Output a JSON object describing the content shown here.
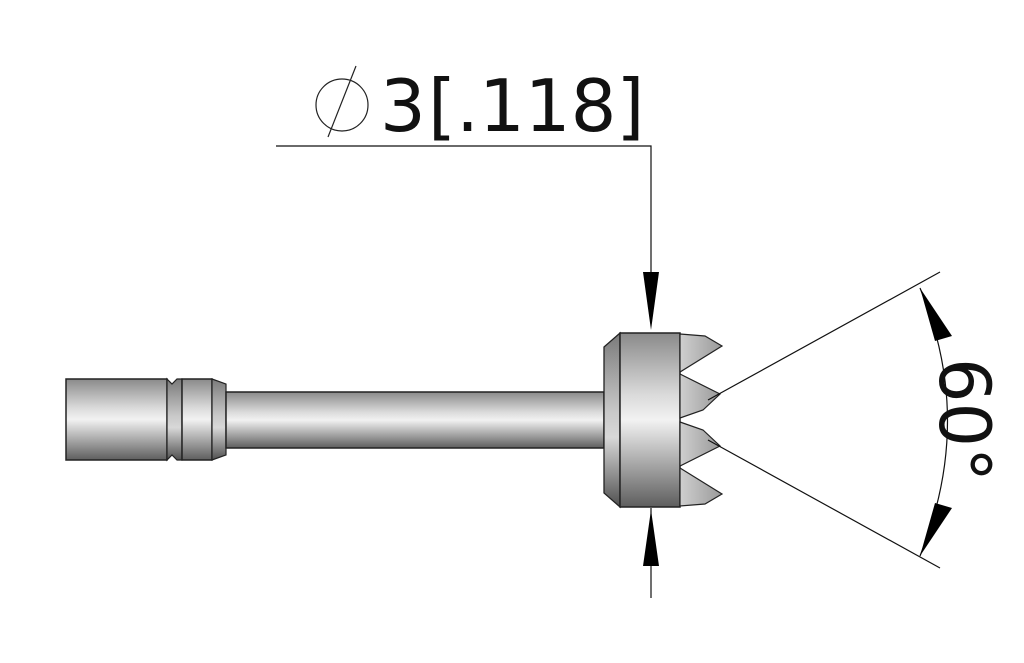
{
  "drawing": {
    "diameter_dimension": {
      "symbol": "⌀",
      "value": "3",
      "alt_value": "[.118]"
    },
    "angle_dimension": {
      "value": "60°"
    },
    "part": "serrated-tip-tool"
  }
}
